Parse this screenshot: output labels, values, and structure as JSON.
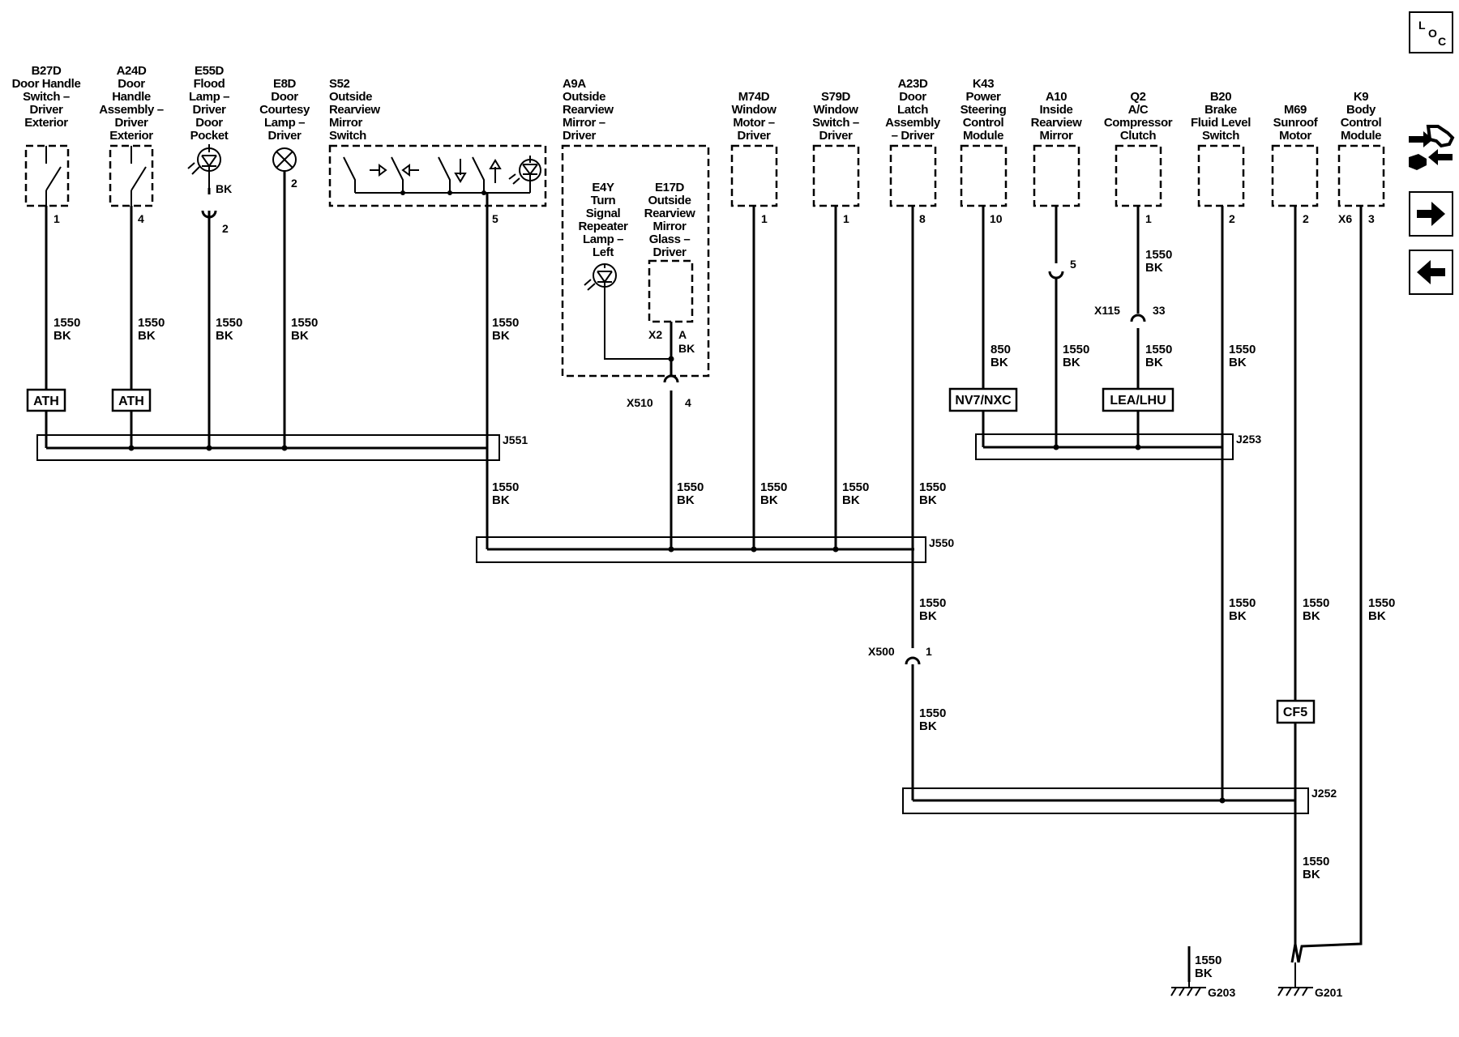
{
  "nav": {
    "loc_l": "L",
    "loc_o": "O",
    "loc_c": "C"
  },
  "components": {
    "b27d": [
      "B27D",
      "Door Handle",
      "Switch –",
      "Driver",
      "Exterior"
    ],
    "a24d": [
      "A24D",
      "Door",
      "Handle",
      "Assembly –",
      "Driver",
      "Exterior"
    ],
    "e55d": [
      "E55D",
      "Flood",
      "Lamp –",
      "Driver",
      "Door",
      "Pocket"
    ],
    "e8d": [
      "E8D",
      "Door",
      "Courtesy",
      "Lamp –",
      "Driver"
    ],
    "s52": [
      "S52",
      "Outside",
      "Rearview",
      "Mirror",
      "Switch"
    ],
    "a9a": [
      "A9A",
      "Outside",
      "Rearview",
      "Mirror –",
      "Driver"
    ],
    "e4y": [
      "E4Y",
      "Turn",
      "Signal",
      "Repeater",
      "Lamp –",
      "Left"
    ],
    "e17d": [
      "E17D",
      "Outside",
      "Rearview",
      "Mirror",
      "Glass –",
      "Driver"
    ],
    "m74d": [
      "M74D",
      "Window",
      "Motor –",
      "Driver"
    ],
    "s79d": [
      "S79D",
      "Window",
      "Switch –",
      "Driver"
    ],
    "a23d": [
      "A23D",
      "Door",
      "Latch",
      "Assembly",
      "– Driver"
    ],
    "k43": [
      "K43",
      "Power",
      "Steering",
      "Control",
      "Module"
    ],
    "a10": [
      "A10",
      "Inside",
      "Rearview",
      "Mirror"
    ],
    "q2": [
      "Q2",
      "A/C",
      "Compressor",
      "Clutch"
    ],
    "b20": [
      "B20",
      "Brake",
      "Fluid Level",
      "Switch"
    ],
    "m69": [
      "M69",
      "Sunroof",
      "Motor"
    ],
    "k9": [
      "K9",
      "Body",
      "Control",
      "Module"
    ]
  },
  "pins": {
    "b27d": "1",
    "a24d": "4",
    "e55d_bk": "BK",
    "e55d": "2",
    "e8d": "2",
    "s52": "5",
    "e17d_conn": "X2",
    "e17d_pin": "A",
    "e17d_bk": "BK",
    "x510": "X510",
    "x510_pin": "4",
    "m74d": "1",
    "s79d": "1",
    "a23d": "8",
    "k43": "10",
    "a10": "5",
    "q2": "1",
    "b20": "2",
    "m69": "2",
    "k9_conn": "X6",
    "k9": "3",
    "x115": "X115",
    "x115_pin": "33",
    "x500": "X500",
    "x500_pin": "1"
  },
  "wire_main": "1550",
  "wire_850": "850",
  "wire_color": "BK",
  "options": {
    "ath1": "ATH",
    "ath2": "ATH",
    "nv7": "NV7/NXC",
    "lea": "LEA/LHU",
    "cf5": "CF5"
  },
  "splices": {
    "j551": "J551",
    "j550": "J550",
    "j253": "J253",
    "j252": "J252"
  },
  "grounds": {
    "g203": "G203",
    "g201": "G201"
  }
}
